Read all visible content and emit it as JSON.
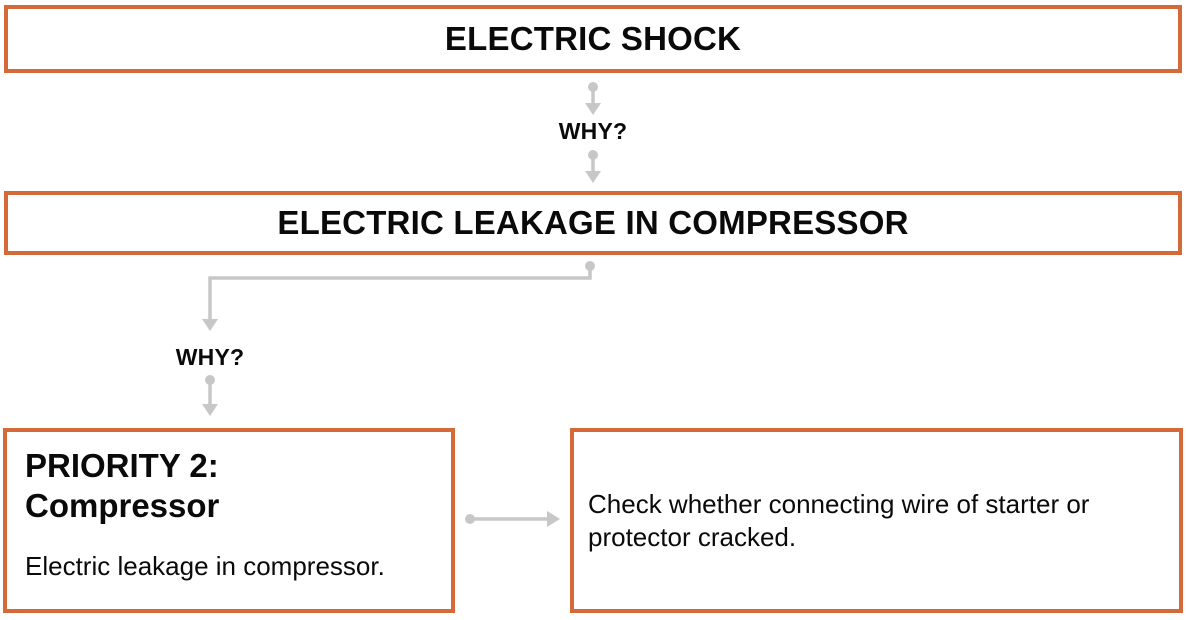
{
  "colors": {
    "box_border": "#d4693a",
    "connector": "#c7c7c7",
    "text": "#0a0a0a"
  },
  "flow": {
    "box1": {
      "label": "ELECTRIC SHOCK"
    },
    "why1": "WHY?",
    "box2": {
      "label": "ELECTRIC LEAKAGE IN COMPRESSOR"
    },
    "why2": "WHY?",
    "box3": {
      "title_line1": "PRIORITY 2:",
      "title_line2": "Compressor",
      "body": "Electric leakage in compressor."
    },
    "box4": {
      "body": "Check whether connecting wire of starter or protector cracked."
    }
  }
}
